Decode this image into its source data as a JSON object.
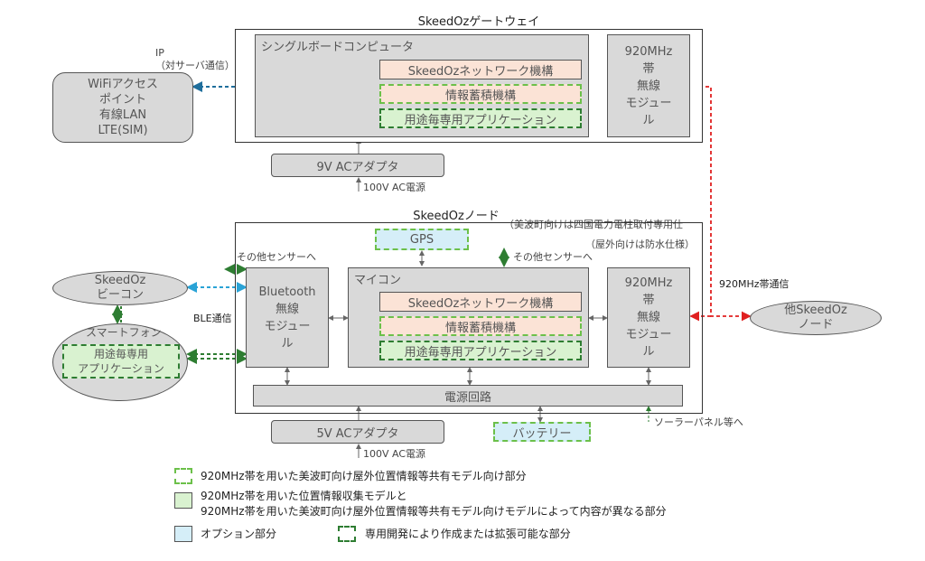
{
  "gateway": {
    "title": "SkeedOzゲートウェイ",
    "sbc_label": "シングルボードコンピュータ",
    "network": "SkeedOzネットワーク機構",
    "storage": "情報蓄積機構",
    "app": "用途毎専用アプリケーション",
    "radio": "920MHz\n帯\n無線\nモジュー\nル",
    "adapter": "9V ACアダプタ",
    "power_in": "100V AC電源"
  },
  "wifi": {
    "text": "WiFiアクセス\nポイント\n有線LAN\nLTE(SIM)",
    "ip_label": "IP\n（対サーバ通信）"
  },
  "node": {
    "title": "SkeedOzノード",
    "note1": "（美波町向けは四国電力電柱取付専用仕",
    "note2": "（屋外向けは防水仕様）",
    "gps": "GPS",
    "sensor_left": "その他センサーへ",
    "sensor_mid": "その他センサーへ",
    "bt": "Bluetooth\n無線\nモジュー\nル",
    "mcu_label": "マイコン",
    "network": "SkeedOzネットワーク機構",
    "storage": "情報蓄積機構",
    "app": "用途毎専用アプリケーション",
    "radio": "920MHz\n帯\n無線\nモジュー\nル",
    "power_circuit": "電源回路",
    "adapter": "5V ACアダプタ",
    "power_in": "100V AC電源",
    "battery": "バッテリー",
    "solar": "ソーラーパネル等へ"
  },
  "beacon": "SkeedOz\nビーコン",
  "smartphone": {
    "label": "スマートフォン",
    "app": "用途毎専用\nアプリケーション"
  },
  "ble_label": "BLE通信",
  "radio_label": "920MHz帯通信",
  "other_node": "他SkeedOz\nノード",
  "legend": {
    "item1": "920MHz帯を用いた美波町向け屋外位置情報等共有モデル向け部分",
    "item2a": "920MHz帯を用いた位置情報収集モデルと",
    "item2b": "920MHz帯を用いた美波町向け屋外位置情報等共有モデル向けモデルによって内容が異なる部分",
    "item3": "オプション部分",
    "item4": "専用開発により作成または拡張可能な部分"
  },
  "colors": {
    "gray": "#d9d9d9",
    "peach": "#fbe3d6",
    "green": "#d9f2d0",
    "blue": "#d5eef8",
    "dash_light": "#6cc04a",
    "dash_dark": "#2e7d32",
    "red": "#e02020",
    "blue_line": "#1f6e9c"
  }
}
